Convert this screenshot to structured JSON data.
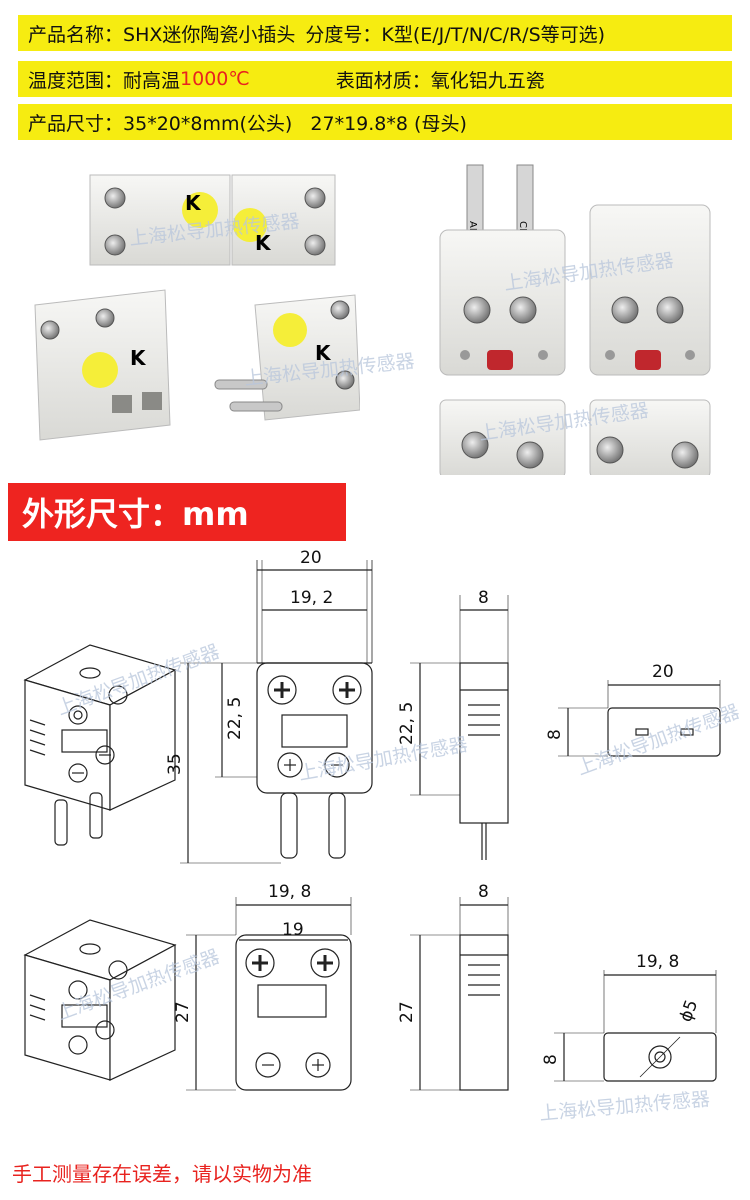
{
  "specs": {
    "name_label": "产品名称：",
    "name_value": "SHX迷你陶瓷小插头",
    "grade_label": "分度号：",
    "grade_value": "K型(E/J/T/N/C/R/S等可选)",
    "temp_label": "温度范围：",
    "temp_prefix": "耐高温",
    "temp_value": "1000℃",
    "material_label": "表面材质：",
    "material_value": "氧化铝九五瓷",
    "size_label": "产品尺寸：",
    "size_value": "35*20*8mm(公头)   27*19.8*8 (母头)"
  },
  "section_title": "外形尺寸：mm",
  "footnote": "手工测量存在误差，请以实物为准",
  "watermark": "上海松导加热传感器",
  "photo_labels": {
    "type_mark": "K",
    "pin_left": "AL",
    "pin_right": "CH"
  },
  "dimensions": {
    "male": {
      "width": "20",
      "inner_width": "19, 2",
      "body_height": "22, 5",
      "total_height": "35",
      "thickness": "8",
      "side_body_height": "22, 5",
      "end_width": "20",
      "end_thickness": "8"
    },
    "female": {
      "width": "19, 8",
      "inner_width": "19",
      "height": "27",
      "thickness": "8",
      "side_height": "27",
      "end_width": "19, 8",
      "end_thickness": "8",
      "hole": "ϕ5"
    }
  },
  "colors": {
    "spec_bar": "#f6ec11",
    "accent_red": "#e8231f",
    "title_bg": "#ee2420"
  }
}
